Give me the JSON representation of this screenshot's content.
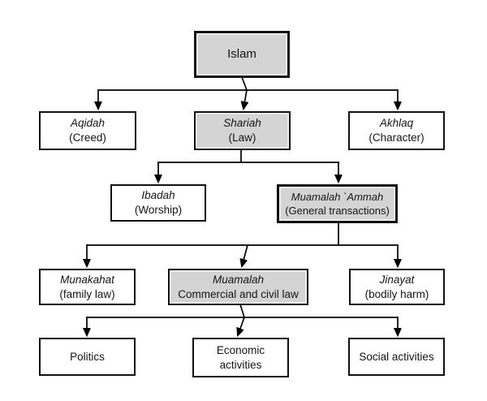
{
  "diagram": {
    "description": "Hierarchy chart of Islam: branches of Shariah and Muamalah",
    "background": "#ffffff"
  },
  "colors": {
    "highlight_fill": "#d4d4d4",
    "plain_fill": "#ffffff",
    "border": "#111111",
    "line": "#000000"
  },
  "nodes": {
    "islam": {
      "label": "Islam",
      "highlighted": true
    },
    "aqidah": {
      "term": "Aqidah",
      "gloss": "(Creed)",
      "highlighted": false
    },
    "shariah": {
      "term": "Shariah",
      "gloss": "(Law)",
      "highlighted": true
    },
    "akhlaq": {
      "term": "Akhlaq",
      "gloss": "(Character)",
      "highlighted": false
    },
    "ibadah": {
      "term": "Ibadah",
      "gloss": "(Worship)",
      "highlighted": false
    },
    "muamalah_ammah": {
      "term": "Muamalah `Ammah",
      "gloss": "(General transactions)",
      "highlighted": true
    },
    "munakahat": {
      "term": "Munakahat",
      "gloss": "(family law)",
      "highlighted": false
    },
    "muamalah": {
      "term": "Muamalah",
      "gloss": "Commercial and civil law",
      "highlighted": true
    },
    "jinayat": {
      "term": "Jinayat",
      "gloss": "(bodily harm)",
      "highlighted": false
    },
    "politics": {
      "label": "Politics",
      "highlighted": false
    },
    "economic": {
      "label": "Economic activities",
      "highlighted": false
    },
    "social": {
      "label": "Social activities",
      "highlighted": false
    }
  },
  "edges": [
    {
      "from": "islam",
      "to": "aqidah"
    },
    {
      "from": "islam",
      "to": "shariah"
    },
    {
      "from": "islam",
      "to": "akhlaq"
    },
    {
      "from": "shariah",
      "to": "ibadah"
    },
    {
      "from": "shariah",
      "to": "muamalah_ammah"
    },
    {
      "from": "muamalah_ammah",
      "to": "munakahat"
    },
    {
      "from": "muamalah_ammah",
      "to": "muamalah"
    },
    {
      "from": "muamalah_ammah",
      "to": "jinayat"
    },
    {
      "from": "muamalah",
      "to": "politics"
    },
    {
      "from": "muamalah",
      "to": "economic"
    },
    {
      "from": "muamalah",
      "to": "social"
    }
  ]
}
